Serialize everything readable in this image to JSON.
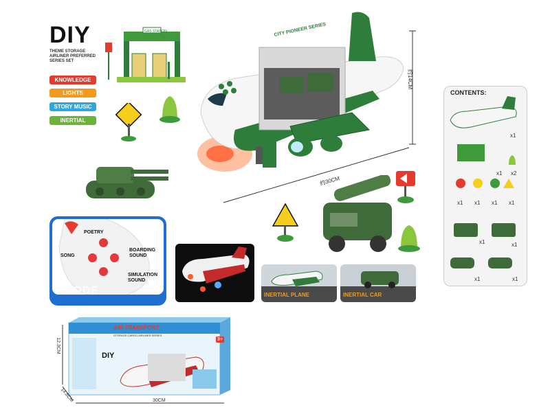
{
  "branding": {
    "title": "DIY",
    "subtitle_lines": [
      "THEME STORAGE",
      "AIRLINER PREFERRED",
      "SERIES SET"
    ]
  },
  "features": [
    {
      "label": "KNOWLEDGE",
      "color": "#e43b2f"
    },
    {
      "label": "LIGHTS",
      "color": "#f39a1e"
    },
    {
      "label": "STORY MUSIC",
      "color": "#2ea6de"
    },
    {
      "label": "INERTIAL",
      "color": "#6bb33a"
    }
  ],
  "dimensions": {
    "plane_height": "约14CM",
    "plane_length": "约30CM",
    "box_height": "12.3CM",
    "box_depth": "14.8CM",
    "box_width": "30CM"
  },
  "plane": {
    "fuselage_text": "CITY PIONEER SERIES",
    "colors": {
      "green": "#2f7d3b",
      "white": "#f6f6f6",
      "cockpit": "#1f3b4a",
      "red_light": "#ff5b2e"
    }
  },
  "gas_station": {
    "sign_text": "GAS STATION"
  },
  "contents": {
    "title": "CONTENTS:",
    "quantities": [
      "x1",
      "x1",
      "x2",
      "x1",
      "x1",
      "x1",
      "x1",
      "x1",
      "x1",
      "x1",
      "x1"
    ]
  },
  "mode": {
    "badge": "MODE",
    "labels": {
      "poetry": "POETRY",
      "song": "SONG",
      "boarding": "BOARDING SOUND",
      "simulation": "SIMULATION SOUND"
    }
  },
  "insets": {
    "plane_label": "INERTIAL PLANE",
    "car_label": "INERTIAL CAR"
  },
  "package": {
    "brand": "AIR-TRANSPORT",
    "tagline": "STORAGE CARGO AIRLINER SERIES",
    "diy": "DIY",
    "age": "3+"
  }
}
